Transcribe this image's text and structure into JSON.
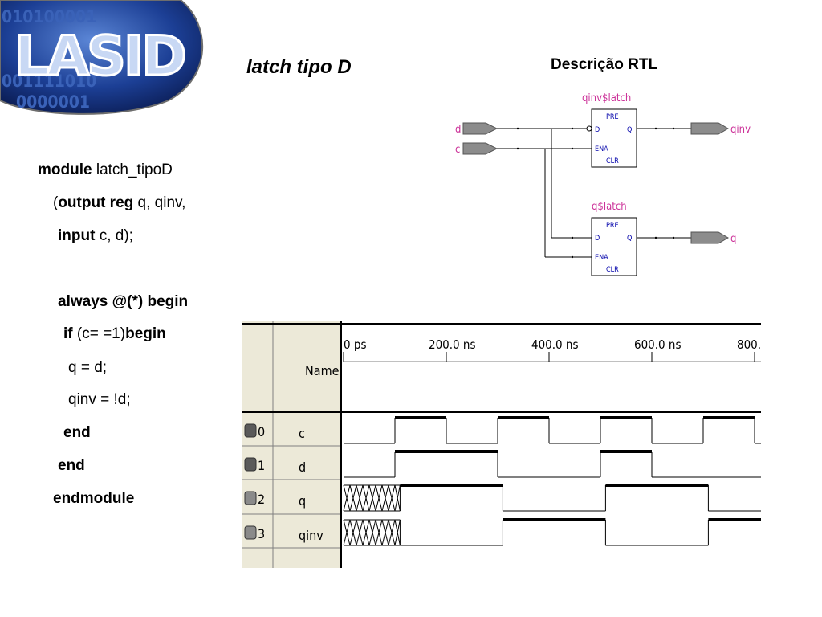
{
  "logo": {
    "text": "LASID",
    "bits_rows": [
      "010100001",
      "001111010",
      "0000001"
    ]
  },
  "title": "latch tipo D",
  "rtl_title": "Descrição RTL",
  "code": {
    "l1": {
      "kw": "module",
      "rest": " latch_tipoD"
    },
    "l2": {
      "pre": "(",
      "kw": "output reg",
      "rest": " q, qinv,"
    },
    "l3": {
      "kw": "input",
      "rest": " c, d);"
    },
    "l4": {
      "kw": "always @(*) begin"
    },
    "l5": {
      "kw": "if",
      "mid": " (c= =1)",
      "kw2": "begin"
    },
    "l6": {
      "text": "q = d;"
    },
    "l7": {
      "text": "qinv = !d;"
    },
    "l8": {
      "kw": "end"
    },
    "l9": {
      "kw": "end"
    },
    "l10": {
      "kw": "endmodule"
    }
  },
  "rtl": {
    "inputs": [
      "d",
      "c"
    ],
    "outputs": [
      "qinv",
      "q"
    ],
    "latch1": {
      "name": "qinv$latch",
      "pre": "PRE",
      "d": "D",
      "q": "Q",
      "ena": "ENA",
      "clr": "CLR"
    },
    "latch2": {
      "name": "q$latch",
      "pre": "PRE",
      "d": "D",
      "q": "Q",
      "ena": "ENA",
      "clr": "CLR"
    }
  },
  "waveform": {
    "name_header": "Name",
    "time_labels": [
      "0 ps",
      "200.0 ns",
      "400.0 ns",
      "600.0 ns",
      "800.0"
    ],
    "time_ns": [
      0,
      200,
      400,
      600,
      800
    ],
    "signals": [
      {
        "index": "0",
        "name": "c",
        "kind": "input",
        "events": [
          [
            0,
            0
          ],
          [
            100,
            1
          ],
          [
            200,
            0
          ],
          [
            300,
            1
          ],
          [
            400,
            0
          ],
          [
            500,
            1
          ],
          [
            600,
            0
          ],
          [
            700,
            1
          ],
          [
            800,
            0
          ]
        ]
      },
      {
        "index": "1",
        "name": "d",
        "kind": "input",
        "events": [
          [
            0,
            0
          ],
          [
            100,
            1
          ],
          [
            300,
            0
          ],
          [
            500,
            1
          ],
          [
            600,
            0
          ]
        ]
      },
      {
        "index": "2",
        "name": "q",
        "kind": "output",
        "events": [
          [
            0,
            "X"
          ],
          [
            110,
            1
          ],
          [
            310,
            0
          ],
          [
            510,
            1
          ],
          [
            710,
            0
          ]
        ]
      },
      {
        "index": "3",
        "name": "qinv",
        "kind": "output",
        "events": [
          [
            0,
            "X"
          ],
          [
            110,
            0
          ],
          [
            310,
            1
          ],
          [
            510,
            0
          ],
          [
            710,
            1
          ]
        ]
      }
    ]
  }
}
